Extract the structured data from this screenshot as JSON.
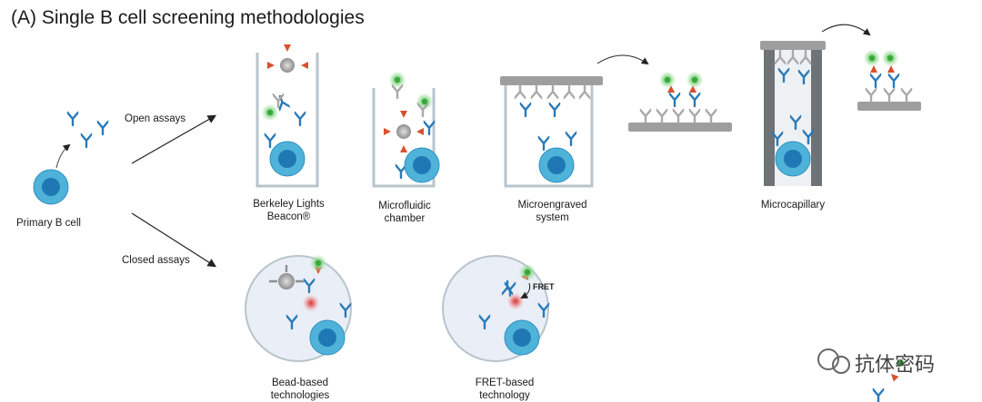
{
  "title": "(A) Single B cell screening methodologies",
  "labels": {
    "primary_b_cell": "Primary B cell",
    "open_assays": "Open assays",
    "closed_assays": "Closed assays",
    "berkeley_line1": "Berkeley Lights",
    "berkeley_line2": "Beacon®",
    "microfluidic_line1": "Microfluidic",
    "microfluidic_line2": "chamber",
    "microengraved_line1": "Microengraved",
    "microengraved_line2": "system",
    "microcapillary": "Microcapillary",
    "bead_line1": "Bead-based",
    "bead_line2": "technologies",
    "fret_line1": "FRET-based",
    "fret_line2": "technology",
    "fret_tag": "FRET"
  },
  "watermark": "抗体密码",
  "colors": {
    "cell_outer": "#4fb3d9",
    "cell_inner": "#1f78b4",
    "antibody": "#2a7ab8",
    "grey_antibody": "#a9a9a9",
    "antigen_red": "#d9502f",
    "green_glow": "#5ec45e",
    "container": "#b8c4cc",
    "plate": "#9e9e9e",
    "circle_fill": "#e9eef7"
  }
}
